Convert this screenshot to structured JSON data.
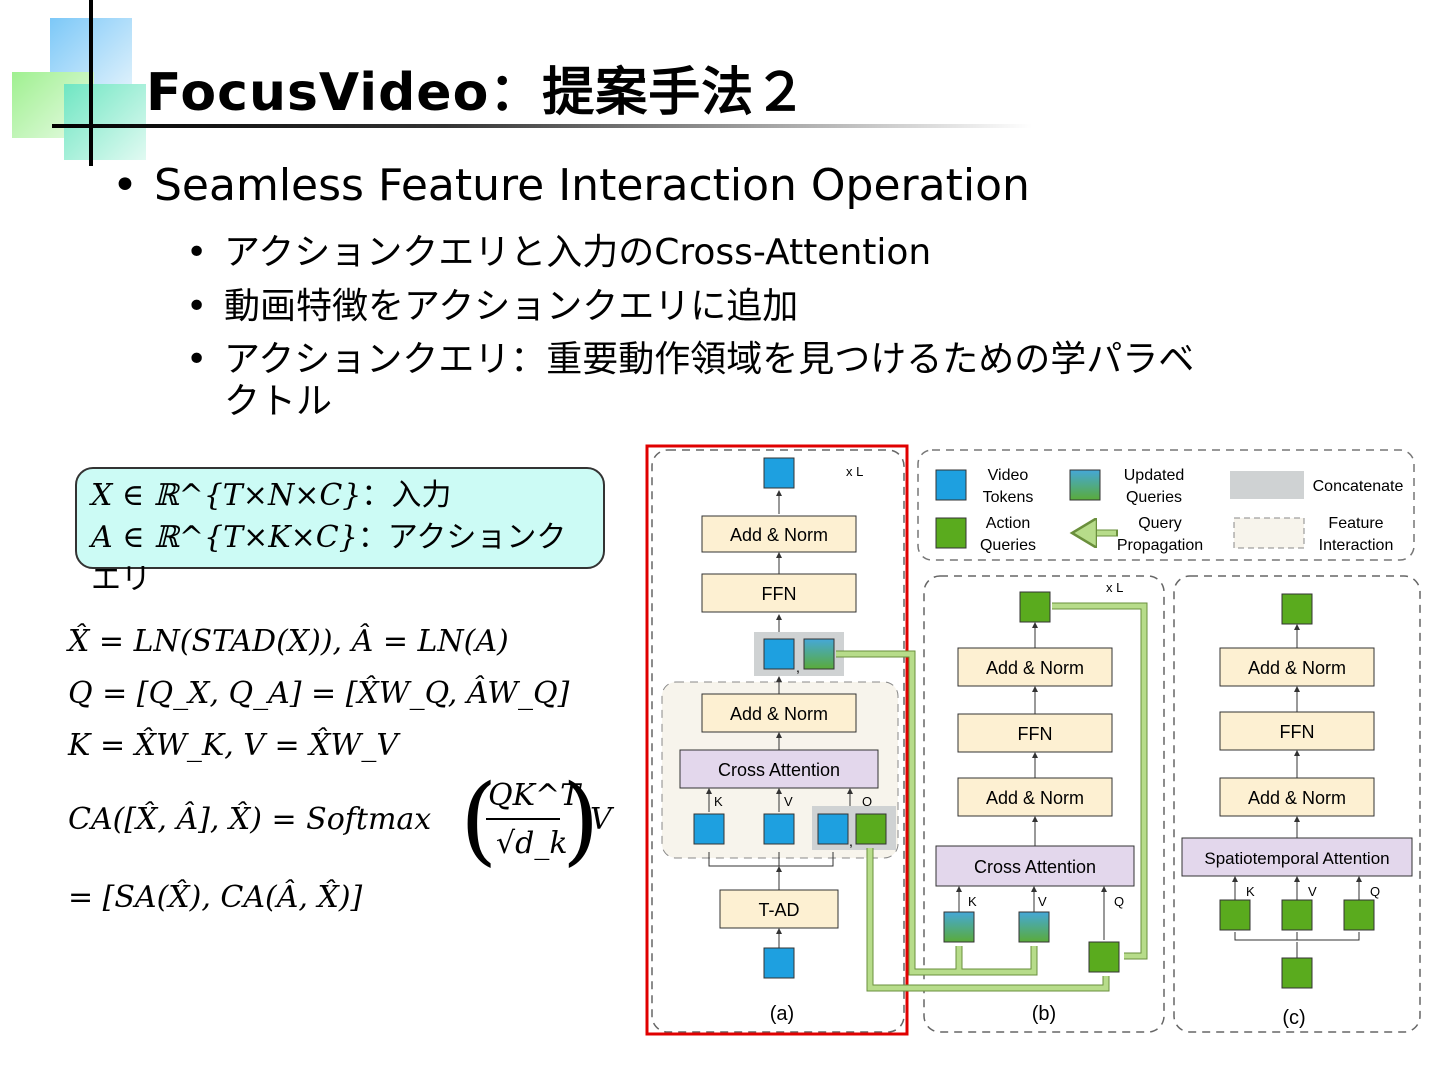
{
  "slide": {
    "title": "FocusVideo：提案手法２",
    "bullets": {
      "main": "Seamless Feature Interaction Operation",
      "sub1": "アクションクエリと入力のCross-Attention",
      "sub2": "動画特徴をアクションクエリに追加",
      "sub3_line1": "アクションクエリ：重要動作領域を見つけるための学パラベ",
      "sub3_line2": "クトル"
    },
    "bullet_char": "•"
  },
  "definitions": {
    "x_math": "X ∈ ℝ^{T×N×C}",
    "x_label": "：入力",
    "a_math": "A ∈ ℝ^{T×K×C}",
    "a_label": "：アクションクエリ"
  },
  "equations": {
    "eq1": "X̂ = LN(STAD(X)),        Â = LN(A)",
    "eq2": "Q = [Q_X, Q_A] = [X̂W_Q, ÂW_Q]",
    "eq3": "K = X̂W_K,        V = X̂W_V",
    "eq4_lhs": "CA([X̂, Â], X̂) = Softmax",
    "eq4_num": "QK^T",
    "eq4_den": "√d_k",
    "eq4_rhs": "V",
    "eq5": "= [SA(X̂), CA(Â, X̂)]"
  },
  "figure": {
    "legend": {
      "video_tokens": [
        "Video",
        "Tokens"
      ],
      "updated_queries": [
        "Updated",
        "Queries"
      ],
      "concatenate": "Concatenate",
      "action_queries": [
        "Action",
        "Queries"
      ],
      "query_propagation": [
        "Query",
        "Propagation"
      ],
      "feature_interaction": [
        "Feature",
        "Interaction"
      ]
    },
    "panel_a": {
      "repeat": "x L",
      "add_norm_top": "Add & Norm",
      "ffn": "FFN",
      "add_norm_mid": "Add & Norm",
      "cross_attention": "Cross Attention",
      "k": "K",
      "v": "V",
      "q": "Q",
      "tad": "T-AD",
      "caption": "(a)"
    },
    "panel_b": {
      "repeat": "x L",
      "add_norm_top": "Add & Norm",
      "ffn": "FFN",
      "add_norm_mid": "Add & Norm",
      "cross_attention": "Cross Attention",
      "k": "K",
      "v": "V",
      "q": "Q",
      "caption": "(b)"
    },
    "panel_c": {
      "add_norm_top": "Add & Norm",
      "ffn": "FFN",
      "add_norm_mid": "Add & Norm",
      "spatiotemporal_attention": "Spatiotemporal  Attention",
      "k": "K",
      "v": "V",
      "q": "Q",
      "caption": "(c)"
    },
    "colors": {
      "video_token": "#1ea0e0",
      "action_query": "#5aab1e",
      "updated_top": "#45a8d8",
      "updated_bottom": "#5aab3a",
      "block_fill": "#fdf0d2",
      "attention_fill": "#e3d7ec",
      "highlight": "#e00000",
      "propagation": "#b7dc8a"
    }
  }
}
